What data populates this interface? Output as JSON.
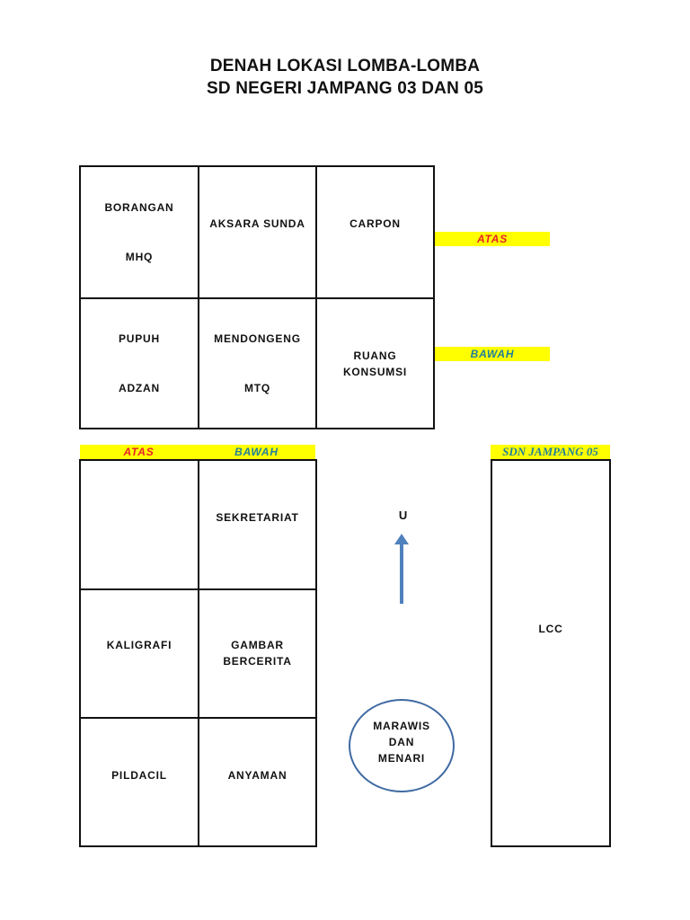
{
  "title": {
    "line1": "DENAH LOKASI LOMBA-LOMBA",
    "line2": "SD NEGERI JAMPANG 03 DAN 05"
  },
  "top_block": {
    "row1": [
      {
        "lines": [
          "BORANGAN",
          "MHQ"
        ]
      },
      {
        "lines": [
          "AKSARA SUNDA"
        ]
      },
      {
        "lines": [
          "CARPON"
        ]
      }
    ],
    "row2": [
      {
        "lines": [
          "PUPUH",
          "ADZAN"
        ]
      },
      {
        "lines": [
          "MENDONGENG",
          "MTQ"
        ]
      },
      {
        "lines": [
          "RUANG",
          "KONSUMSI"
        ]
      }
    ],
    "legend_upper": "ATAS",
    "legend_lower": "BAWAH"
  },
  "bottom_left_block": {
    "header": [
      "ATAS",
      "BAWAH"
    ],
    "rows": [
      [
        "",
        "SEKRETARIAT"
      ],
      [
        "KALIGRAFI",
        "GAMBAR BERCERITA"
      ],
      [
        "PILDACIL",
        "ANYAMAN"
      ]
    ],
    "gambar_lines": [
      "GAMBAR",
      "BERCERITA"
    ]
  },
  "compass": {
    "label": "U",
    "arrow_color": "#4f81bd"
  },
  "circle_area": {
    "lines": [
      "MARAWIS",
      "DAN",
      "MENARI"
    ],
    "border_color": "#3f6aa3"
  },
  "right_block": {
    "header": "SDN JAMPANG 05",
    "label": "LCC"
  },
  "colors": {
    "highlight": "#ffff00",
    "atas_text": "#e8202a",
    "bawah_text": "#1f7f9a"
  }
}
